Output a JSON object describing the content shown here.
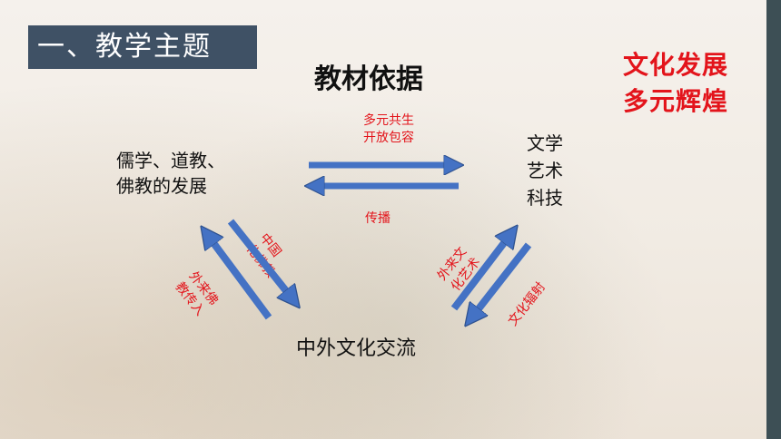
{
  "header": {
    "section_title": "一、教学主题"
  },
  "main_title": "教材依据",
  "theme": {
    "line1": "文化发展",
    "line2": "多元辉煌"
  },
  "nodes": {
    "religion": {
      "line1": "儒学、道教、",
      "line2": "佛教的发展"
    },
    "culture": {
      "line1": "文学",
      "line2": "艺术",
      "line3": "科技"
    },
    "exchange": "中外文化交流"
  },
  "labels": {
    "coexist": {
      "line1": "多元共生",
      "line2": "开放包容"
    },
    "spread": "传播",
    "china_buddhism": {
      "line1": "中国",
      "line2": "化佛教"
    },
    "foreign_buddhism": {
      "line1": "外来佛",
      "line2": "教传入"
    },
    "foreign_art": {
      "line1": "外来文",
      "line2": "化艺术"
    },
    "radiation": "文化辐射"
  },
  "colors": {
    "arrow_fill": "#4472c4",
    "arrow_stroke": "#2f528f",
    "label_red": "#e3141b",
    "title_bg": "#3f5165"
  }
}
